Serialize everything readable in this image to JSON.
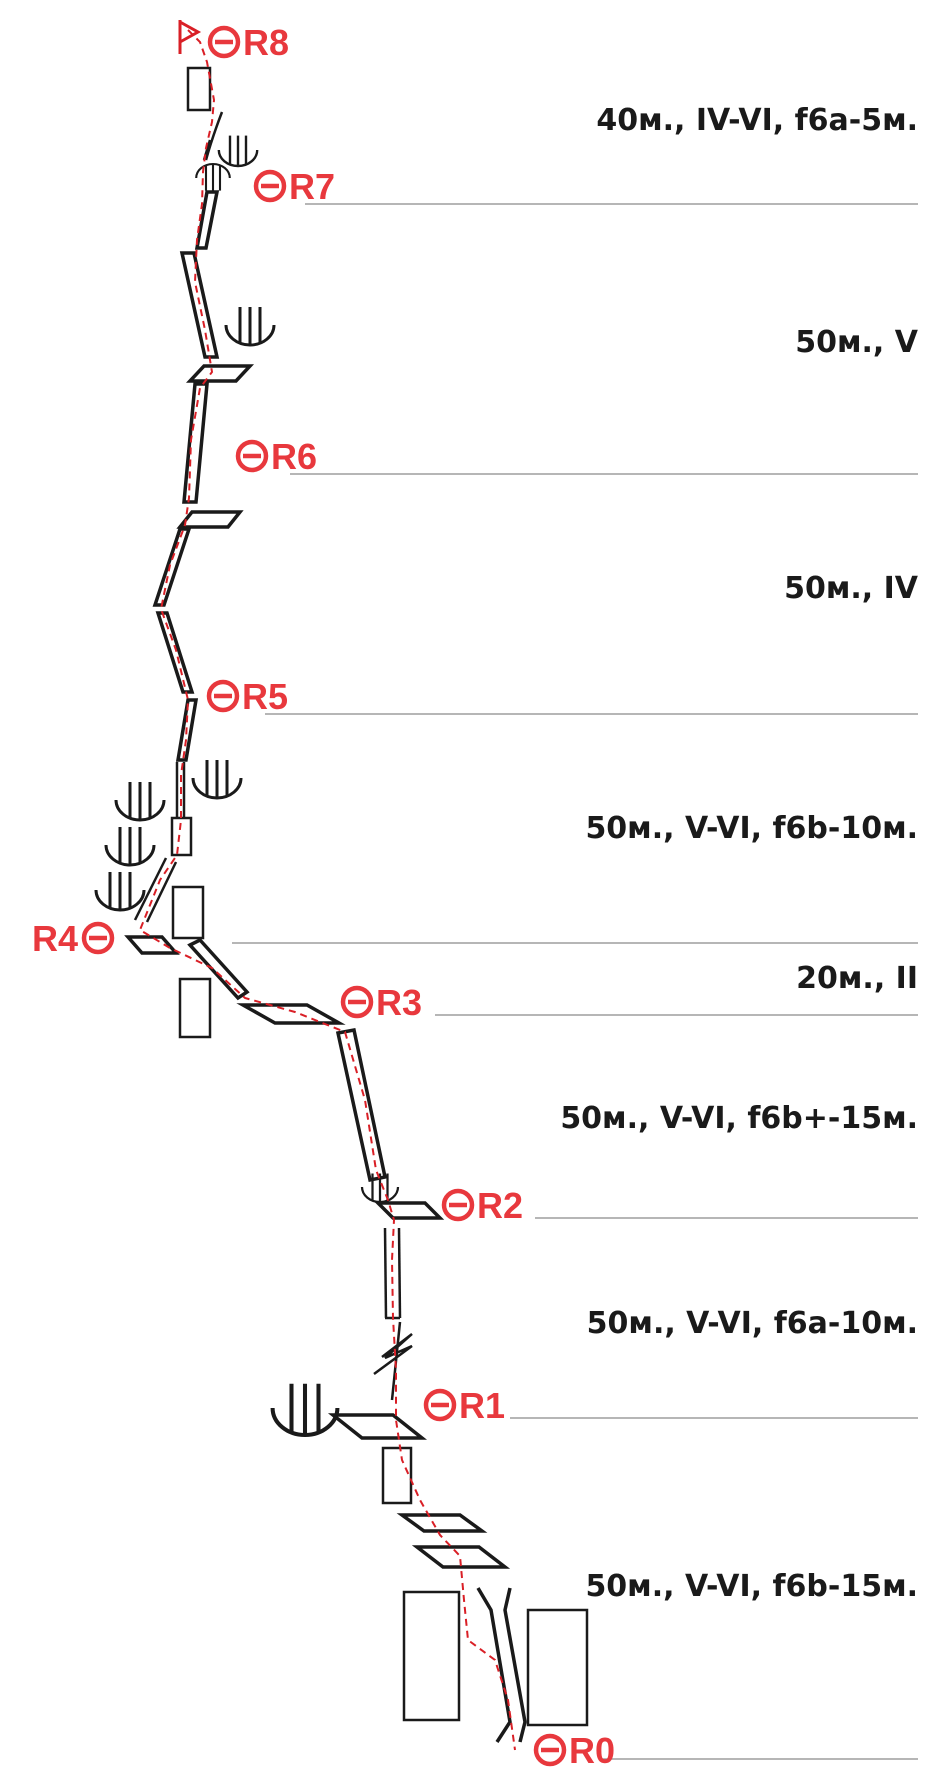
{
  "colors": {
    "anchor": "#e8383d",
    "route": "#d91f26",
    "line": "#1a1a1a",
    "separator": "#8a8a8a",
    "text": "#1a1a1a"
  },
  "icons": {
    "anchor": "anchor-circle-minus-icon",
    "protection": "piton-fan-icon",
    "finish": "flag-icon"
  },
  "anchors": [
    {
      "id": "r8",
      "label": "R8"
    },
    {
      "id": "r7",
      "label": "R7"
    },
    {
      "id": "r6",
      "label": "R6"
    },
    {
      "id": "r5",
      "label": "R5"
    },
    {
      "id": "r4",
      "label": "R4"
    },
    {
      "id": "r3",
      "label": "R3"
    },
    {
      "id": "r2",
      "label": "R2"
    },
    {
      "id": "r1",
      "label": "R1"
    },
    {
      "id": "r0",
      "label": "R0"
    }
  ],
  "pitches": [
    {
      "id": "r7-r8",
      "label": "40м., IV-VI, f6a-5м."
    },
    {
      "id": "r6-r7",
      "label": "50м., V"
    },
    {
      "id": "r5-r6",
      "label": "50м., IV"
    },
    {
      "id": "r4-r5",
      "label": "50м., V-VI, f6b-10м."
    },
    {
      "id": "r3-r4",
      "label": "20м., II"
    },
    {
      "id": "r2-r3",
      "label": "50м., V-VI, f6b+-15м."
    },
    {
      "id": "r1-r2",
      "label": "50м., V-VI, f6a-10м."
    },
    {
      "id": "r0-r1",
      "label": "50м., V-VI, f6b-15м."
    }
  ]
}
